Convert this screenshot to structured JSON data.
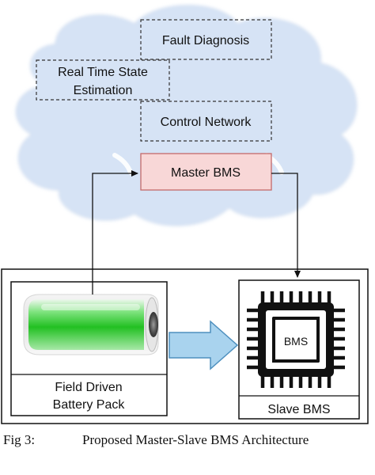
{
  "cloud": {
    "fault_diagnosis": "Fault Diagnosis",
    "real_time_line1": "Real Time State",
    "real_time_line2": "Estimation",
    "control_network": "Control Network",
    "master_bms": "Master BMS"
  },
  "field": {
    "battery_line1": "Field Driven",
    "battery_line2": "Battery Pack",
    "chip_label": "BMS",
    "slave_bms": "Slave BMS"
  },
  "caption": {
    "fig": "Fig 3:",
    "text": "Proposed Master-Slave BMS Architecture"
  },
  "colors": {
    "cloud_fill": "#d6e3f5",
    "master_fill": "#f8d7d7",
    "master_stroke": "#c46a6a",
    "arrow_fill": "#a9d3ee",
    "arrow_stroke": "#4d8fbe",
    "battery_green": "#2fd02f"
  },
  "icons": [
    "cloud-icon",
    "battery-icon",
    "chip-icon",
    "block-arrow-icon"
  ]
}
